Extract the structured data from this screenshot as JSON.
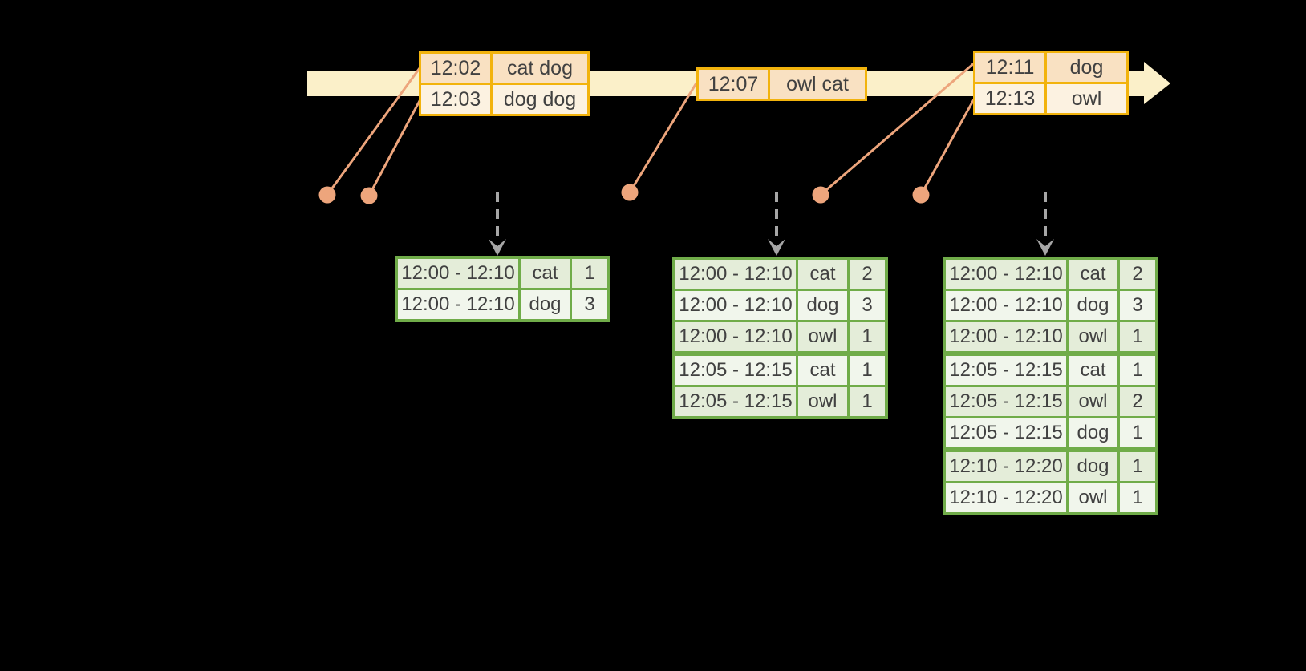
{
  "diagram": {
    "kind": "streaming-windowed-aggregation-timeline",
    "background": "#000000"
  },
  "colors": {
    "timeline_band": "#FBF0C9",
    "event_table_border": "#F2B30D",
    "event_row_dark": "#F9E1C2",
    "event_row_light": "#FCF2E1",
    "connector_dot": "#EDA57C",
    "trigger_arrow": "#A6A6A6",
    "result_table_border": "#70AC49",
    "result_row_dark": "#E4EDD9",
    "result_row_light": "#F1F6EC",
    "text": "#414141"
  },
  "event_tables": [
    {
      "id": "events-1",
      "rows": [
        [
          "12:02",
          "cat dog"
        ],
        [
          "12:03",
          "dog dog"
        ]
      ]
    },
    {
      "id": "events-2",
      "rows": [
        [
          "12:07",
          "owl cat"
        ]
      ]
    },
    {
      "id": "events-3",
      "rows": [
        [
          "12:11",
          "dog"
        ],
        [
          "12:13",
          "owl"
        ]
      ]
    }
  ],
  "result_tables": [
    {
      "id": "result-1",
      "rows": [
        [
          "12:00 - 12:10",
          "cat",
          "1"
        ],
        [
          "12:00 - 12:10",
          "dog",
          "3"
        ]
      ]
    },
    {
      "id": "result-2",
      "rows": [
        [
          "12:00 - 12:10",
          "cat",
          "2"
        ],
        [
          "12:00 - 12:10",
          "dog",
          "3"
        ],
        [
          "12:00 - 12:10",
          "owl",
          "1"
        ],
        [
          "12:05 - 12:15",
          "cat",
          "1"
        ],
        [
          "12:05 - 12:15",
          "owl",
          "1"
        ]
      ]
    },
    {
      "id": "result-3",
      "rows": [
        [
          "12:00 - 12:10",
          "cat",
          "2"
        ],
        [
          "12:00 - 12:10",
          "dog",
          "3"
        ],
        [
          "12:00 - 12:10",
          "owl",
          "1"
        ],
        [
          "12:05 - 12:15",
          "cat",
          "1"
        ],
        [
          "12:05 - 12:15",
          "owl",
          "2"
        ],
        [
          "12:05 - 12:15",
          "dog",
          "1"
        ],
        [
          "12:10 - 12:20",
          "dog",
          "1"
        ],
        [
          "12:10 - 12:20",
          "owl",
          "1"
        ]
      ]
    }
  ]
}
